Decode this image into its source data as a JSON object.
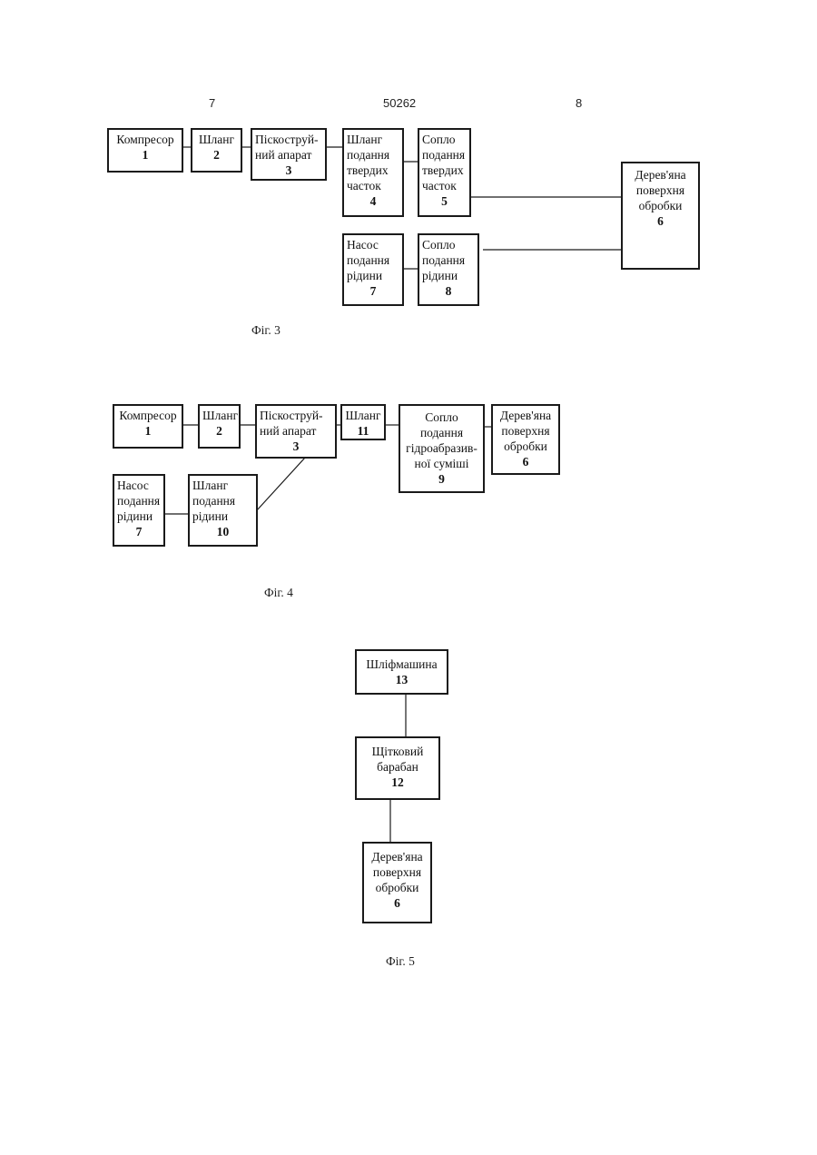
{
  "header": {
    "left_number": "7",
    "doc_number": "50262",
    "right_number": "8"
  },
  "fig3": {
    "caption": "Фіг. 3",
    "boxes": {
      "compressor": {
        "label": "Компресор",
        "num": "1"
      },
      "hose": {
        "label": "Шланг",
        "num": "2"
      },
      "sandblaster": {
        "label": "Піскоструй-\nний апарат",
        "num": "3"
      },
      "solid_hose": {
        "label": "Шланг\nподання\nтвердих\nчасток",
        "num": "4"
      },
      "solid_nozzle": {
        "label": "Сопло\nподання\nтвердих\nчасток",
        "num": "5"
      },
      "wood_surface": {
        "label": "Дерев'яна\nповерхня\nобробки",
        "num": "6"
      },
      "pump": {
        "label": "Насос\nподання\nрідини",
        "num": "7"
      },
      "liquid_nozzle": {
        "label": "Сопло\nподання\nрідини",
        "num": "8"
      }
    }
  },
  "fig4": {
    "caption": "Фіг. 4",
    "boxes": {
      "compressor": {
        "label": "Компресор",
        "num": "1"
      },
      "hose": {
        "label": "Шланг",
        "num": "2"
      },
      "sandblaster": {
        "label": "Піскоструй-\nний апарат",
        "num": "3"
      },
      "hose11": {
        "label": "Шланг",
        "num": "11"
      },
      "mix_nozzle": {
        "label": "Сопло\nподання\nгідроабразив-\nної суміші",
        "num": "9"
      },
      "wood_surface": {
        "label": "Дерев'яна\nповерхня\nобробки",
        "num": "6"
      },
      "pump": {
        "label": "Насос\nподання\nрідини",
        "num": "7"
      },
      "liquid_hose": {
        "label": "Шланг\nподання\nрідини",
        "num": "10"
      }
    }
  },
  "fig5": {
    "caption": "Фіг. 5",
    "boxes": {
      "grinder": {
        "label": "Шліфмашина",
        "num": "13"
      },
      "brush_drum": {
        "label": "Щітковий\nбарабан",
        "num": "12"
      },
      "wood_surface": {
        "label": "Дерев'яна\nповерхня\nобробки",
        "num": "6"
      }
    }
  }
}
